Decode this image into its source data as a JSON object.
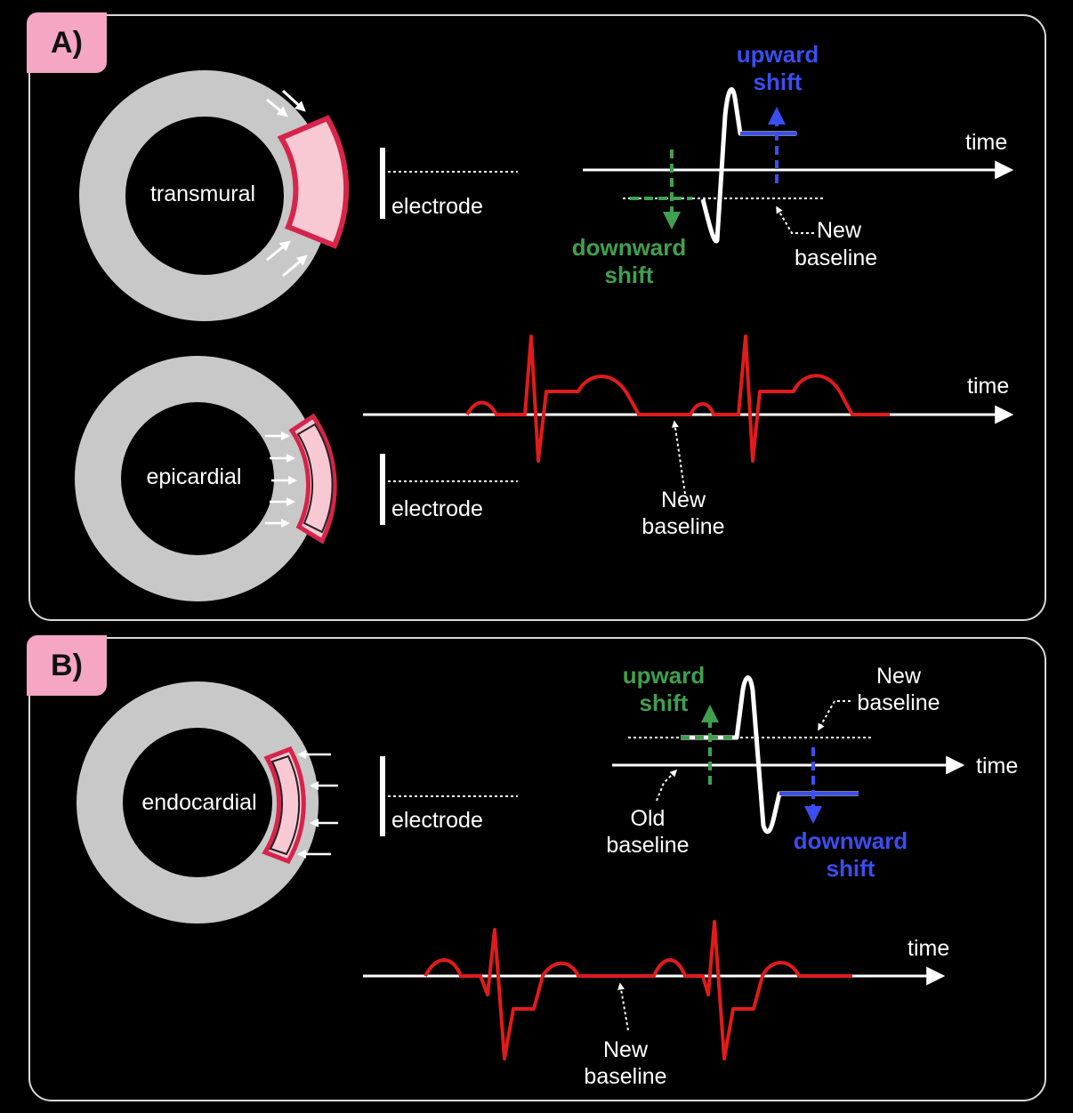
{
  "panel_a": {
    "tab_label": "A)",
    "transmural": {
      "ring_label": "transmural",
      "electrode_label": "electrode",
      "time_label": "time",
      "upward_shift_label": [
        "upward",
        "shift"
      ],
      "downward_shift_label": [
        "downward",
        "shift"
      ],
      "new_baseline_label": [
        "New",
        "baseline"
      ]
    },
    "epicardial": {
      "ring_label": "epicardial",
      "electrode_label": "electrode",
      "time_label": "time",
      "new_baseline_label": [
        "New",
        "baseline"
      ]
    }
  },
  "panel_b": {
    "tab_label": "B)",
    "endocardial": {
      "ring_label": "endocardial",
      "electrode_label": "electrode",
      "time_label": "time",
      "upward_shift_label": [
        "upward",
        "shift"
      ],
      "downward_shift_label": [
        "downward",
        "shift"
      ],
      "new_baseline_top_label": [
        "New",
        "baseline"
      ],
      "old_baseline_label": [
        "Old",
        "baseline"
      ],
      "new_baseline_bottom_label": [
        "New",
        "baseline"
      ],
      "time_label_bottom": "time"
    }
  },
  "colors": {
    "background": "#000000",
    "ring": "#c8c8c8",
    "injury_fill": "#f9c9d3",
    "injury_border": "#d6244a",
    "ecg_red": "#e11b1b",
    "trace_white": "#ffffff",
    "upward_blue": "#3b4ef0",
    "downward_green": "#3fa04f",
    "tab_pink": "#f4a6c4"
  }
}
